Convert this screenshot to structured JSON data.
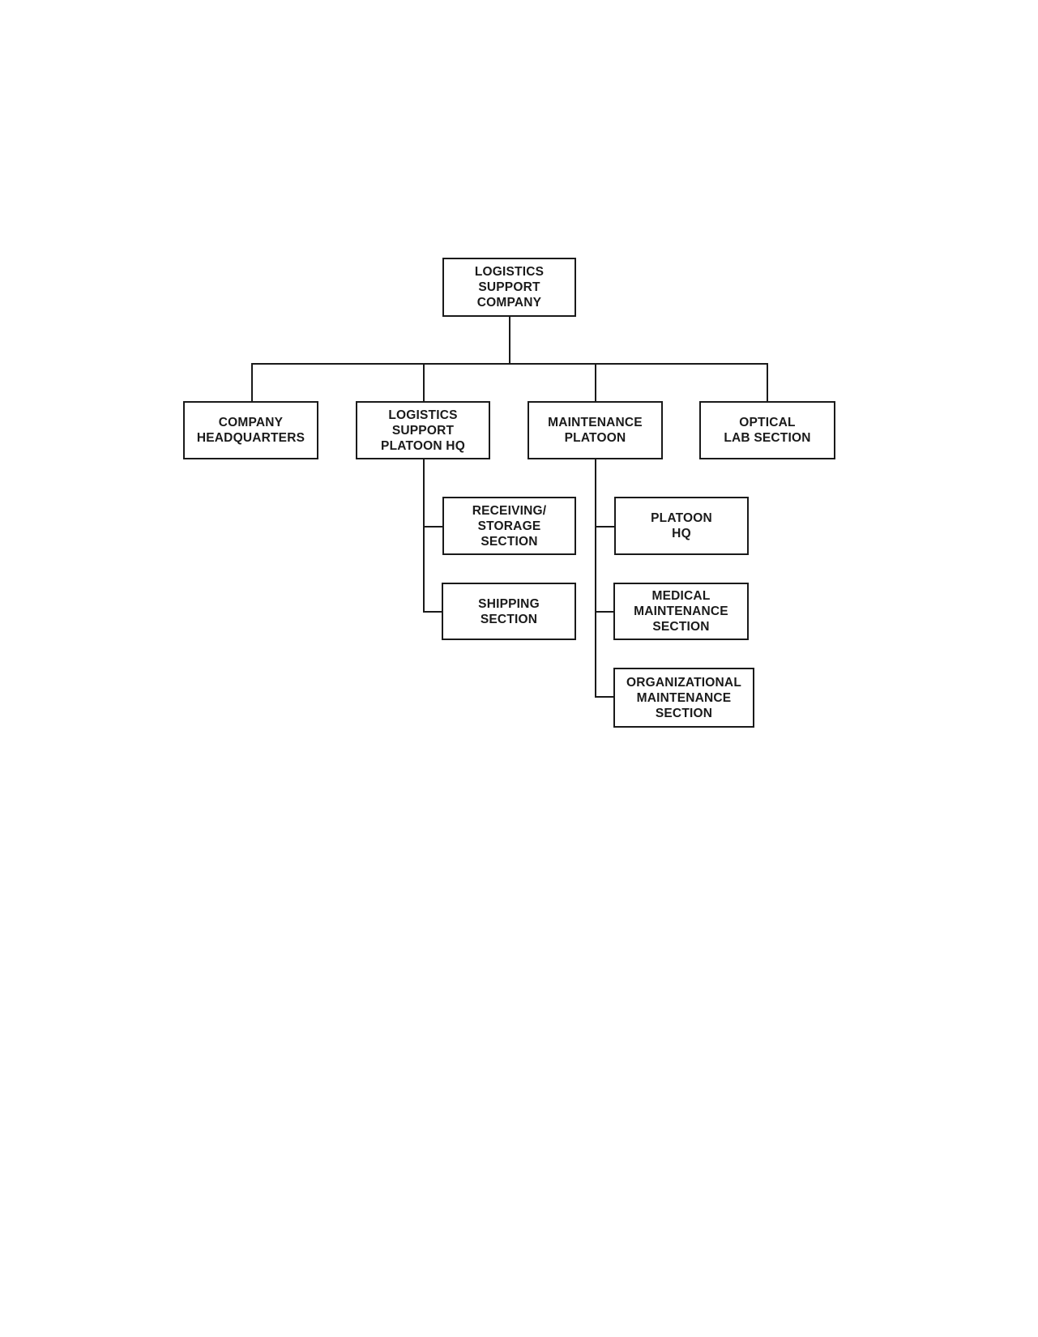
{
  "org_chart": {
    "root": {
      "label": "LOGISTICS\nSUPPORT\nCOMPANY"
    },
    "level1": [
      {
        "label": "COMPANY\nHEADQUARTERS"
      },
      {
        "label": "LOGISTICS\nSUPPORT\nPLATOON HQ"
      },
      {
        "label": "MAINTENANCE\nPLATOON"
      },
      {
        "label": "OPTICAL\nLAB SECTION"
      }
    ],
    "logistics_support_platoon_sections": [
      {
        "label": "RECEIVING/\nSTORAGE\nSECTION"
      },
      {
        "label": "SHIPPING\nSECTION"
      }
    ],
    "maintenance_platoon_sections": [
      {
        "label": "PLATOON\nHQ"
      },
      {
        "label": "MEDICAL\nMAINTENANCE\nSECTION"
      },
      {
        "label": "ORGANIZATIONAL\nMAINTENANCE\nSECTION"
      }
    ]
  },
  "colors": {
    "line": "#1a1a1a",
    "background": "#ffffff"
  }
}
